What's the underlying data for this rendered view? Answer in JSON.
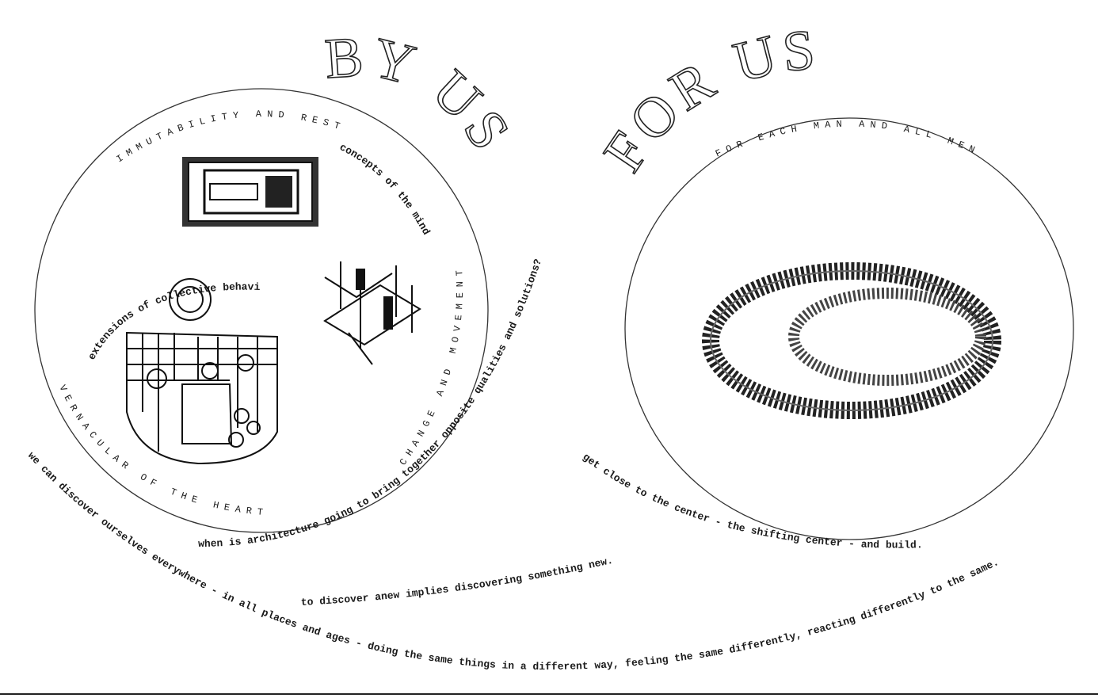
{
  "titles": {
    "left": "BY US",
    "right": "FOR US"
  },
  "left_circle": {
    "top": "IMMUTABILITY AND REST",
    "concepts": "concepts of the mind",
    "change": "CHANGE AND MOVEMENT",
    "extensions": "extensions of collective behaviour",
    "vernacular": "VERNACULAR OF THE HEART"
  },
  "right_circle": {
    "top": "FOR EACH MAN AND ALL MEN"
  },
  "phrases": {
    "question": "when is architecture going to bring together opposite qualities and solutions?",
    "discover_anew": "to discover anew implies discovering something new.",
    "get_close": "get close to the center - the shifting center - and build.",
    "ourselves": "we can discover ourselves everywhere - in all places and ages - doing the same things  in a different way, feeling the same differently, reacting differently to the same."
  }
}
